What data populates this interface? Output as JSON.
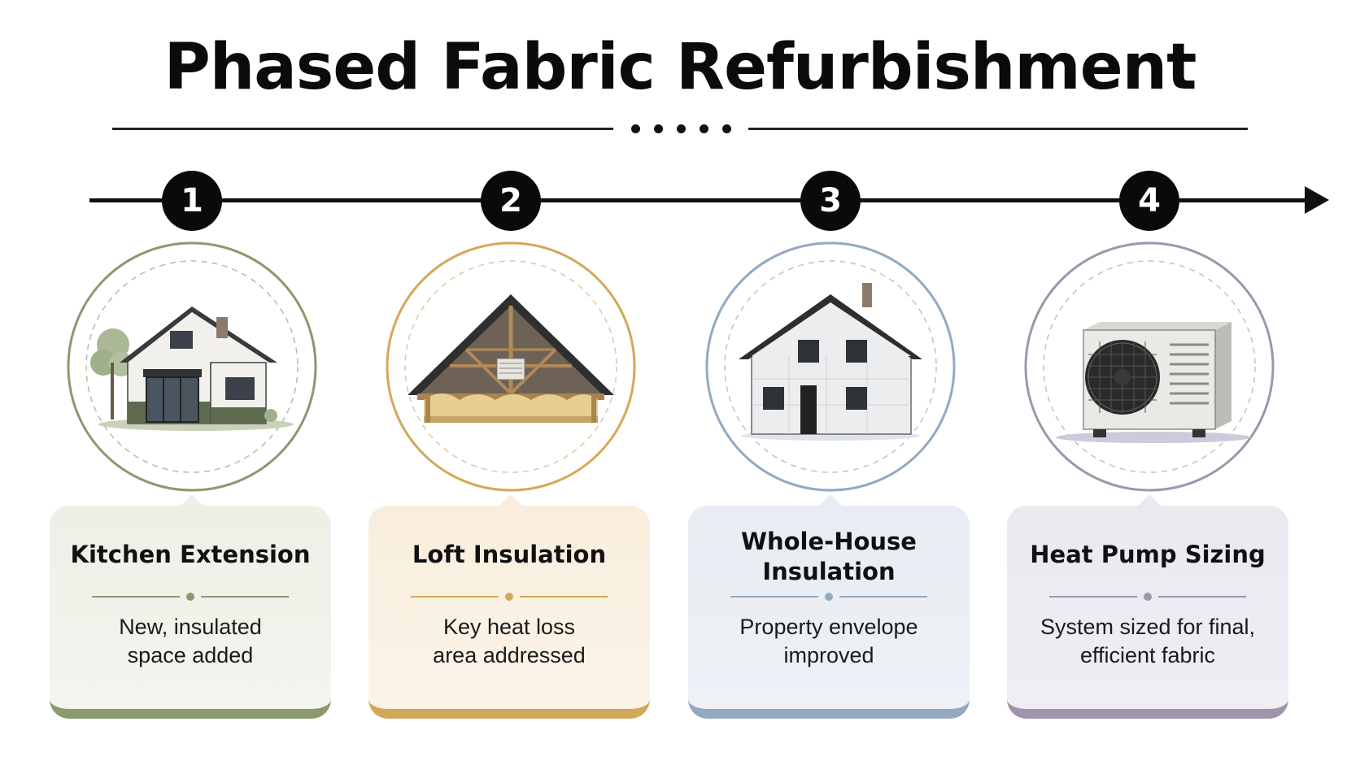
{
  "title": "Phased Fabric Refurbishment",
  "colors": {
    "green": "#8a9a6e",
    "gold": "#d2a95a",
    "blue": "#93a9c2",
    "purple": "#9f96ab"
  },
  "steps": [
    {
      "number": "1",
      "title": "Kitchen Extension",
      "body_line1": "New, insulated",
      "body_line2": "space added",
      "icon": "house-extension-icon"
    },
    {
      "number": "2",
      "title": "Loft Insulation",
      "body_line1": "Key heat loss",
      "body_line2": "area addressed",
      "icon": "loft-insulation-icon"
    },
    {
      "number": "3",
      "title_line1": "Whole-House",
      "title_line2": "Insulation",
      "body_line1": "Property envelope",
      "body_line2": "improved",
      "icon": "insulated-house-icon"
    },
    {
      "number": "4",
      "title": "Heat Pump Sizing",
      "body_line1": "System sized for final,",
      "body_line2": "efficient fabric",
      "icon": "heat-pump-icon"
    }
  ]
}
